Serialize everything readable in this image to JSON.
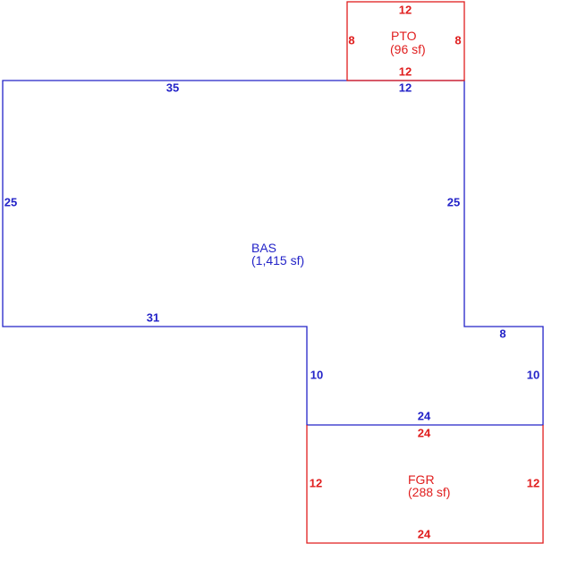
{
  "colors": {
    "living": "#2323c8",
    "aux": "#e01e1e"
  },
  "areas": {
    "bas": {
      "code": "BAS",
      "area": "(1,415 sf)"
    },
    "pto": {
      "code": "PTO",
      "area": "(96 sf)"
    },
    "fgr": {
      "code": "FGR",
      "area": "(288 sf)"
    }
  },
  "dimensions": {
    "bas": {
      "top_left": "35",
      "top_right": "12",
      "left": "25",
      "right_upper": "25",
      "bottom_left": "31",
      "inner_vertical": "10",
      "right_step": "8",
      "right_lower": "10",
      "bottom": "24"
    },
    "pto": {
      "top": "12",
      "left": "8",
      "right": "8",
      "bottom": "12"
    },
    "fgr": {
      "top": "24",
      "left": "12",
      "right": "12",
      "bottom": "24"
    }
  }
}
